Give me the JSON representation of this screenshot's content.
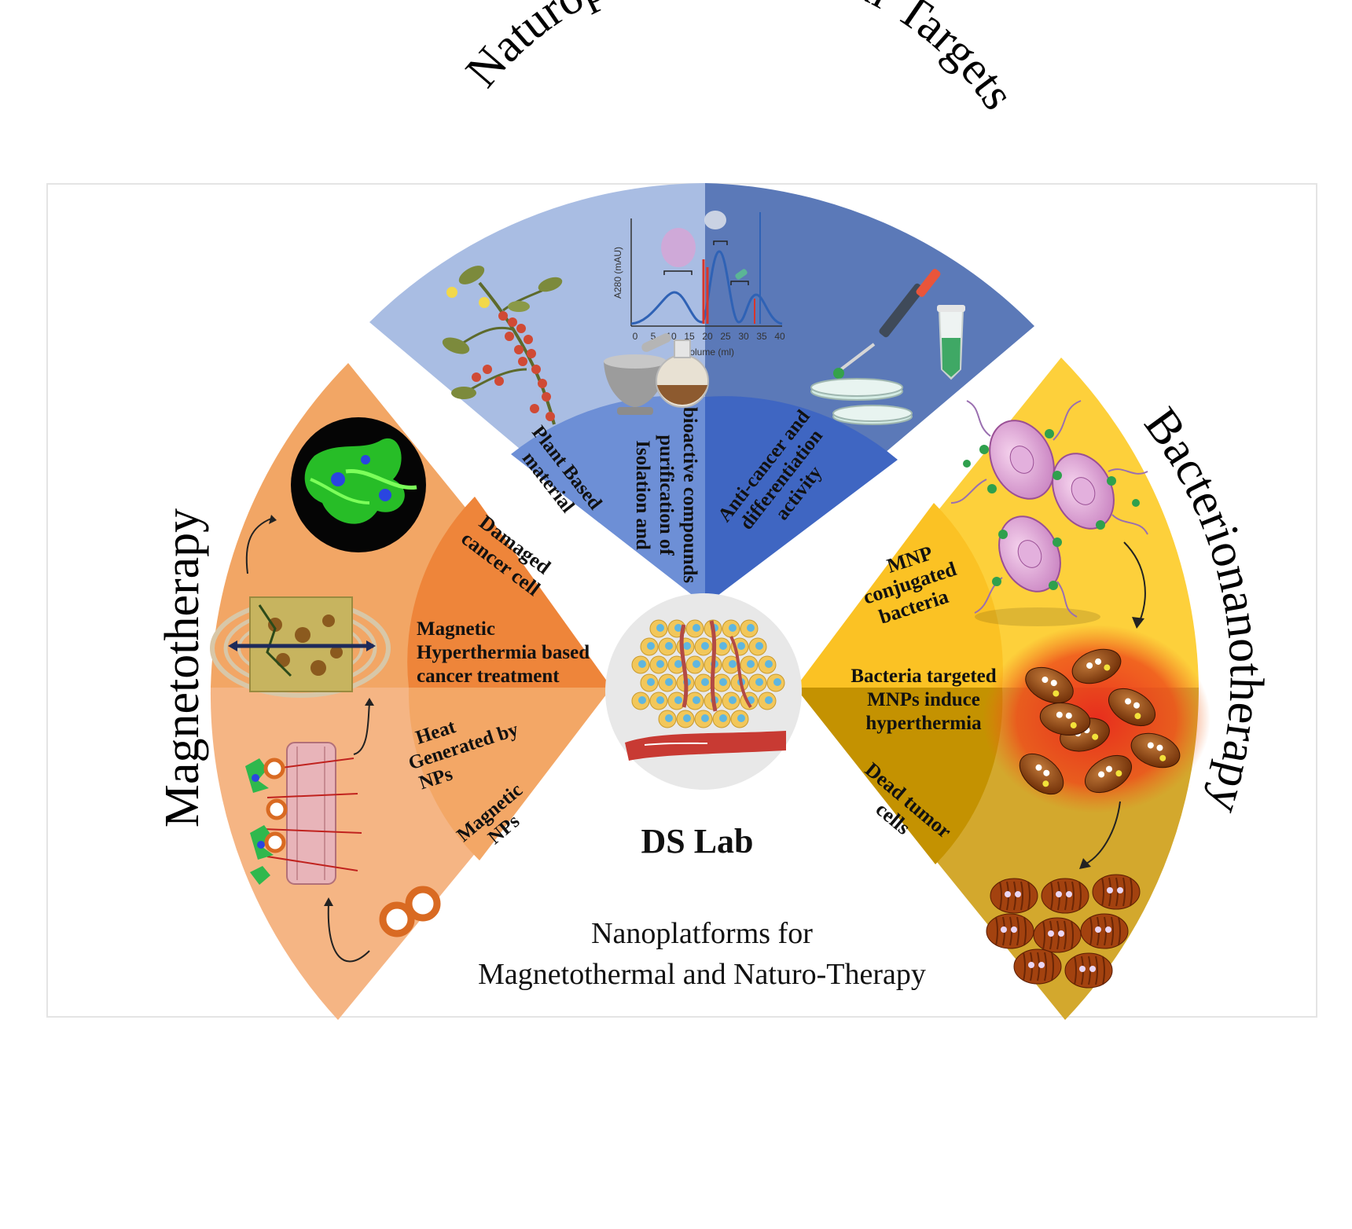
{
  "titles": {
    "top": "Naturopathy Molecular Targets",
    "left": "Magnetotherapy",
    "right": "Bacterionanotherapy"
  },
  "center": {
    "name": "DS Lab",
    "subtitle_line1": "Nanoplatforms for",
    "subtitle_line2": "Magnetothermal and Naturo-Therapy"
  },
  "naturopathy": {
    "labels": {
      "plant_line1": "Plant Based",
      "plant_line2": "material",
      "isolation_line1": "Isolation and",
      "isolation_line2": "purification of",
      "isolation_line3": "bioactive compounds",
      "anticancer_line1": "Anti-cancer and",
      "anticancer_line2": "differentiation",
      "anticancer_line3": "activity"
    },
    "chart": {
      "ylabel": "A280 (mAU)",
      "xlabel": "Volume (ml)",
      "xticks": [
        "0",
        "5",
        "10",
        "15",
        "20",
        "25",
        "30",
        "35",
        "40"
      ]
    }
  },
  "magnetotherapy": {
    "labels": {
      "damaged_line1": "Damaged",
      "damaged_line2": "cancer cell",
      "hyper_line1": "Magnetic",
      "hyper_line2": "Hyperthermia based",
      "hyper_line3": "cancer treatment",
      "heat_line1": "Heat",
      "heat_line2": "Generated by",
      "heat_line3": "NPs",
      "mnp_line1": "Magnetic",
      "mnp_line2": "NPs"
    }
  },
  "bacterionanotherapy": {
    "labels": {
      "conj_line1": "MNP",
      "conj_line2": "conjugated",
      "conj_line3": "bacteria",
      "target_line1": "Bacteria targeted",
      "target_line2": "MNPs induce",
      "target_line3": "hyperthermia",
      "dead_line1": "Dead tumor",
      "dead_line2": "cells"
    }
  },
  "colors": {
    "navy_top_left": "#a9bde3",
    "navy_top_right": "#5b79b8",
    "navy_inner_left": "#6d8fd6",
    "navy_inner_right": "#3f66c2",
    "orange_outer_top": "#f2a665",
    "orange_outer_bottom": "#f5b584",
    "orange_inner_top": "#ee853a",
    "orange_inner_bottom": "#f3a766",
    "gold_outer_top": "#fdd03b",
    "gold_outer_bottom": "#d3a82d",
    "gold_inner_top": "#fbc224",
    "gold_inner_bottom": "#c49201"
  }
}
